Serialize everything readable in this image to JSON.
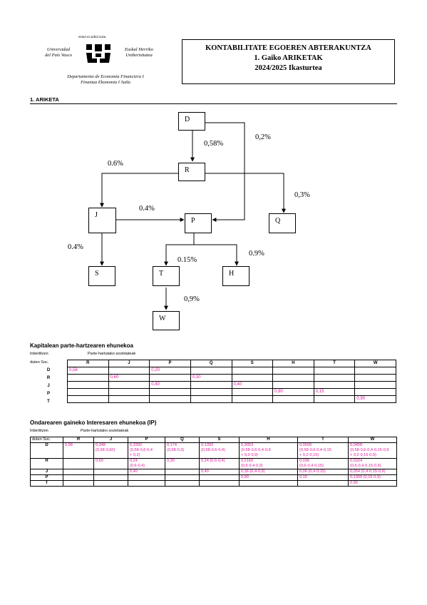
{
  "header": {
    "motto": "eman ta zabal zazu",
    "uni_es": [
      "Universidad",
      "del País Vasco"
    ],
    "uni_eu": [
      "Euskal Herriko",
      "Unibertsitatea"
    ],
    "dept": [
      "Departamento de Economía Financiera I",
      "Finantza Ekonomia I Saila"
    ],
    "title_lines": [
      "KONTABILITATE EGOEREN ABTERAKUNTZA",
      "1. Gaiko ARIKETAK",
      "2024/2025 Ikasturtea"
    ]
  },
  "section_title": "1. ARIKETA",
  "diagram": {
    "nodes": {
      "D": "D",
      "R": "R",
      "J": "J",
      "P": "P",
      "Q": "Q",
      "S": "S",
      "T": "T",
      "H": "H",
      "W": "W"
    },
    "labels": {
      "DR": "0,58%",
      "DP": "0,2%",
      "RJ": "0.6%",
      "RQ": "0,3%",
      "JP": "0.4%",
      "JS": "0.4%",
      "PT": "0.15%",
      "PH": "0.9%",
      "TW": "0,9%"
    }
  },
  "table1": {
    "title": "Kapitalean parte-hartzearen ehunekoa",
    "row_header_1": "Inbertitzen",
    "row_header_2": "duten Soc.",
    "col_group": "Parte-hartutako sozietateak",
    "columns": [
      "R",
      "J",
      "P",
      "Q",
      "S",
      "H",
      "T",
      "W"
    ],
    "rows": [
      {
        "label": "D",
        "cells": [
          "0,58",
          "",
          "0,20",
          "",
          "",
          "",
          "",
          ""
        ]
      },
      {
        "label": "R",
        "cells": [
          "",
          "0,60",
          "",
          "0,30",
          "",
          "",
          "",
          ""
        ]
      },
      {
        "label": "J",
        "cells": [
          "",
          "",
          "0,40",
          "",
          "0,40",
          "",
          "",
          ""
        ]
      },
      {
        "label": "P",
        "cells": [
          "",
          "",
          "",
          "",
          "",
          "0,90",
          "0,15",
          ""
        ]
      },
      {
        "label": "T",
        "cells": [
          "",
          "",
          "",
          "",
          "",
          "",
          "",
          "0,90"
        ]
      }
    ]
  },
  "table2": {
    "title": "Ondarearen gaineko Interesaren ehunekoa (IP)",
    "row_header_1": "Inbertitzen",
    "row_header_2": "duten Soc.",
    "col_group": "Parte-hartutako sozietateak",
    "columns": [
      "R",
      "J",
      "P",
      "Q",
      "S",
      "H",
      "T",
      "W"
    ],
    "rows": [
      {
        "label": "D",
        "cells": [
          [
            "0,58"
          ],
          [
            "0,348",
            "(0,58·0,60)"
          ],
          [
            "0,3392",
            "(0,58·0,6·0,4",
            "+ 0,2)"
          ],
          [
            "0,174",
            "(0,58·0,3)"
          ],
          [
            "0,1392",
            "(0,58·0,6·0,4)"
          ],
          [
            "0,3053",
            "(0,58·0,6·0,4·0,9",
            "+ 0,2·0,9)"
          ],
          [
            "0,0509",
            "(0,58·0,6·0,4·0,15",
            "+ 0,2·0,15)"
          ],
          [
            "0,0458",
            "(0,58·0,6·0,4·0,15·0,9",
            "+ 0,2·0,15·0,9)"
          ]
        ]
      },
      {
        "label": "R",
        "cells": [
          [
            ""
          ],
          [
            "0,60"
          ],
          [
            "0,24",
            "(0,6·0,4)"
          ],
          [
            "0,30"
          ],
          [
            "0,24 (0,6·0,4)"
          ],
          [
            "0,2160",
            "(0,6·0,4·0,9)"
          ],
          [
            "0,036",
            "(0,6·0,4·0,15)"
          ],
          [
            "0,0324",
            "(0,6·0,4·0,15·0,9)"
          ]
        ]
      },
      {
        "label": "J",
        "cells": [
          [
            ""
          ],
          [
            ""
          ],
          [
            "0,40"
          ],
          [
            ""
          ],
          [
            "0,40"
          ],
          [
            "0,36 (0,4·0,9)"
          ],
          [
            "0,06 (0,4·0,15)"
          ],
          [
            "0,054 (0,4·0,15·0,9)"
          ]
        ]
      },
      {
        "label": "P",
        "cells": [
          [
            ""
          ],
          [
            ""
          ],
          [
            ""
          ],
          [
            ""
          ],
          [
            ""
          ],
          [
            "0,90"
          ],
          [
            "0,15"
          ],
          [
            "0,1350 (0,15·0,9)"
          ]
        ]
      },
      {
        "label": "T",
        "cells": [
          [
            ""
          ],
          [
            ""
          ],
          [
            ""
          ],
          [
            ""
          ],
          [
            ""
          ],
          [
            ""
          ],
          [
            ""
          ],
          [
            "0,90"
          ]
        ]
      }
    ]
  }
}
